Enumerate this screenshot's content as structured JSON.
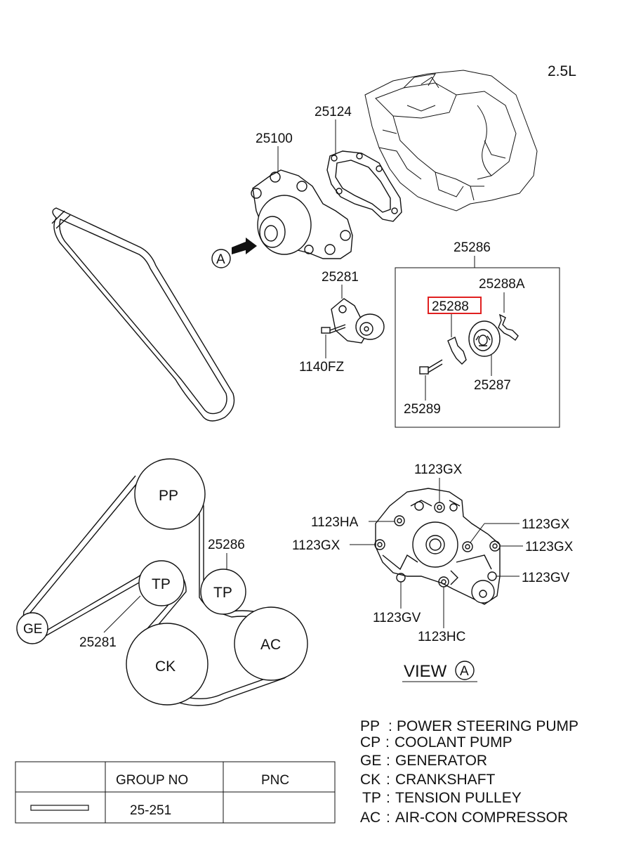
{
  "variant": "2.5L",
  "parts": {
    "p25124": "25124",
    "p25100": "25100",
    "p25286": "25286",
    "p25288A": "25288A",
    "p25288": "25288",
    "p25281": "25281",
    "p1140FZ": "1140FZ",
    "p25287": "25287",
    "p25289": "25289"
  },
  "view_marker": "A",
  "belt_diagram": {
    "pp": "PP",
    "tp_upper": "TP",
    "tp_lower": "TP",
    "ge": "GE",
    "ck": "CK",
    "ac": "AC",
    "label_25286": "25286",
    "label_25281": "25281"
  },
  "view_a": {
    "title": "VIEW",
    "marker": "A",
    "bolts": {
      "top_gx": "1123GX",
      "ha": "1123HA",
      "left_gx": "1123GX",
      "right_gx1": "1123GX",
      "right_gx2": "1123GX",
      "right_gv": "1123GV",
      "bottom_gv": "1123GV",
      "hc": "1123HC"
    }
  },
  "legend": [
    {
      "code": "PP",
      "desc": "POWER STEERING PUMP"
    },
    {
      "code": "CP",
      "desc": "COOLANT PUMP"
    },
    {
      "code": "GE",
      "desc": "GENERATOR"
    },
    {
      "code": "CK",
      "desc": "CRANKSHAFT"
    },
    {
      "code": "TP",
      "desc": "TENSION PULLEY"
    },
    {
      "code": "AC",
      "desc": "AIR-CON COMPRESSOR"
    }
  ],
  "table": {
    "col_group": "GROUP NO",
    "col_pnc": "PNC",
    "group_no": "25-251",
    "pnc": ""
  },
  "colors": {
    "highlight": "#e02020",
    "ink": "#111111"
  }
}
